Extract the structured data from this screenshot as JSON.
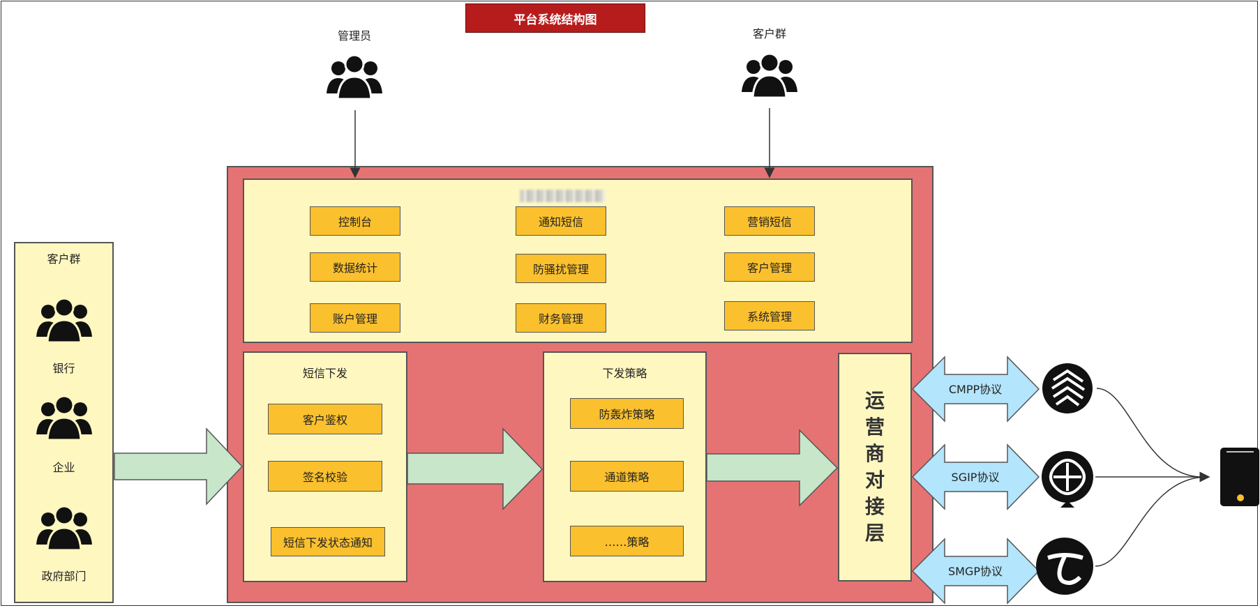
{
  "title": "平台系统结构图",
  "actors": {
    "admin": "管理员",
    "customers_top": "客户群"
  },
  "left_panel": {
    "title": "客户群",
    "items": [
      "银行",
      "企业",
      "政府部门"
    ]
  },
  "top_panel": {
    "row1": [
      "控制台",
      "通知短信",
      "营销短信"
    ],
    "row2": [
      "数据统计",
      "防骚扰管理",
      "客户管理"
    ],
    "row3": [
      "账户管理",
      "财务管理",
      "系统管理"
    ]
  },
  "sms_send": {
    "title": "短信下发",
    "items": [
      "客户鉴权",
      "签名校验",
      "短信下发状态通知"
    ]
  },
  "strategy": {
    "title": "下发策略",
    "items": [
      "防轰炸策略",
      "通道策略",
      "……策略"
    ]
  },
  "carrier_layer": {
    "chars": [
      "运",
      "营",
      "商",
      "对",
      "接",
      "层"
    ]
  },
  "protocols": [
    "CMPP协议",
    "SGIP协议",
    "SMGP协议"
  ],
  "icons": {
    "user": "users-group-icon",
    "cmcc": "china-mobile-logo-icon",
    "unicom": "china-unicom-logo-icon",
    "telecom": "china-telecom-logo-icon",
    "phone": "mobile-phone-icon"
  },
  "colors": {
    "title_bg": "#b71c1c",
    "outer": "#e57373",
    "panel": "#fff7c0",
    "box": "#fbc02d",
    "flow_arrow": "#c8e6c9",
    "protocol_arrow": "#b3e5fc"
  }
}
